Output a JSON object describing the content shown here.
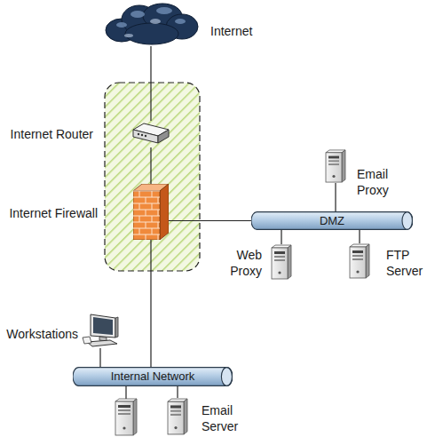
{
  "diagram": {
    "nodes": [
      {
        "text": [
          "Internet"
        ]
      },
      {
        "text": [
          "Internet Router"
        ]
      },
      {
        "text": [
          "Internet Firewall"
        ]
      },
      {
        "text": [
          "Email Proxy"
        ]
      },
      {
        "text": [
          "DMZ"
        ]
      },
      {
        "text": [
          "Web Proxy"
        ]
      },
      {
        "text": [
          "FTP Server"
        ]
      },
      {
        "text": [
          "Workstations"
        ]
      },
      {
        "text": [
          "Internal Network"
        ]
      },
      {
        "text": [
          "Email Server"
        ]
      }
    ],
    "edges": [
      {
        "from": 0,
        "to": 1,
        "arrow": "none"
      },
      {
        "from": 1,
        "to": 2,
        "arrow": "none"
      },
      {
        "from": 2,
        "to": 4,
        "arrow": "none"
      },
      {
        "from": 2,
        "to": 8,
        "arrow": "none"
      },
      {
        "from": 4,
        "to": 3,
        "arrow": "none"
      },
      {
        "from": 4,
        "to": 5,
        "arrow": "none"
      },
      {
        "from": 4,
        "to": 6,
        "arrow": "none"
      },
      {
        "from": 8,
        "to": 7,
        "arrow": "none"
      },
      {
        "from": 8,
        "to": 9,
        "arrow": "none"
      }
    ]
  }
}
